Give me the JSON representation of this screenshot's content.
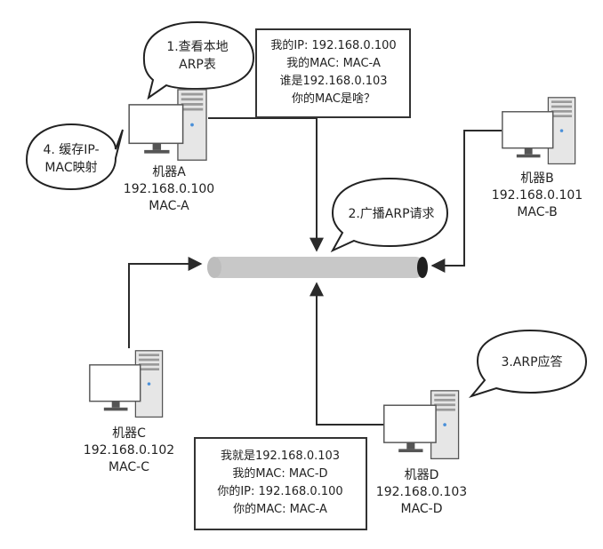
{
  "bubbles": {
    "lookup": [
      "1.查看本地",
      "ARP表"
    ],
    "cache": [
      "4. 缓存IP-",
      "MAC映射"
    ],
    "broadcast": "2.广播ARP请求",
    "reply": "3.ARP应答"
  },
  "request_box": [
    "我的IP: 192.168.0.100",
    "我的MAC: MAC-A",
    "谁是192.168.0.103",
    "你的MAC是啥？"
  ],
  "reply_box": [
    "我就是192.168.0.103",
    "我的MAC: MAC-D",
    "你的IP: 192.168.0.100",
    "你的MAC: MAC-A"
  ],
  "machines": {
    "a": {
      "name": "机器A",
      "ip": "192.168.0.100",
      "mac": "MAC-A"
    },
    "b": {
      "name": "机器B",
      "ip": "192.168.0.101",
      "mac": "MAC-B"
    },
    "c": {
      "name": "机器C",
      "ip": "192.168.0.102",
      "mac": "MAC-C"
    },
    "d": {
      "name": "机器D",
      "ip": "192.168.0.103",
      "mac": "MAC-D"
    }
  },
  "colors": {
    "line": "#2b2b2b",
    "bus": "#c8c8c8",
    "bus_cap": "#1f1f1f",
    "box_border": "#333333",
    "monitor_frame": "#555555",
    "tower_fill": "#e6e6e6",
    "led": "#4a90d9"
  }
}
